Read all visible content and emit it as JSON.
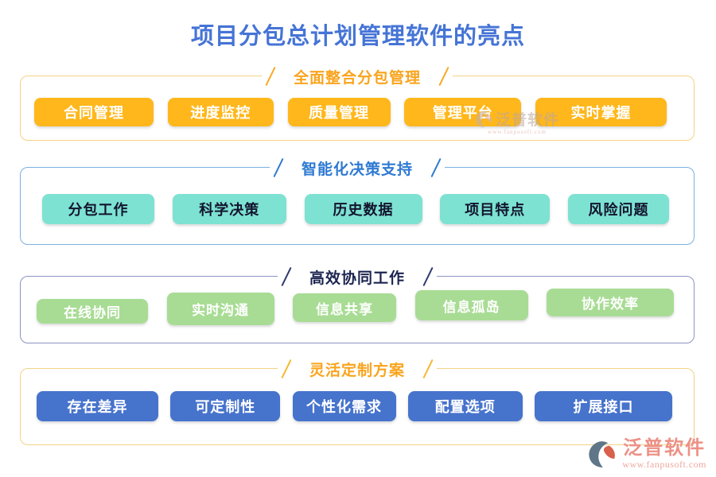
{
  "title": "项目分包总计划管理软件的亮点",
  "sections": [
    {
      "label": "全面整合分包管理",
      "accent_color": "#f9a41d",
      "border_color": "#f3d384",
      "chip_bg": "#ffb71b",
      "chip_text_color": "#ffffff",
      "items": [
        "合同管理",
        "进度监控",
        "质量管理",
        "管理平台",
        "实时掌握"
      ]
    },
    {
      "label": "智能化决策支持",
      "accent_color": "#2e7ad2",
      "border_color": "#7ab0e2",
      "chip_bg": "#7de2d2",
      "chip_text_color": "#13142e",
      "items": [
        "分包工作",
        "科学决策",
        "历史数据",
        "项目特点",
        "风险问题"
      ]
    },
    {
      "label": "高效协同工作",
      "accent_color": "#1c2550",
      "border_color": "#8c94c2",
      "chip_bg": "#a8dc94",
      "chip_text_color": "#ffffff",
      "items": [
        "在线协同",
        "实时沟通",
        "信息共享",
        "信息孤岛",
        "协作效率"
      ]
    },
    {
      "label": "灵活定制方案",
      "accent_color": "#f9a41d",
      "border_color": "#f3d384",
      "chip_bg": "#4673cc",
      "chip_text_color": "#ffffff",
      "items": [
        "存在差异",
        "可定制性",
        "个性化需求",
        "配置选项",
        "扩展接口"
      ]
    }
  ],
  "watermark": {
    "text": "泛普软件",
    "url": "www.fanpusoft.com"
  },
  "footer": {
    "brand": "泛普软件",
    "url": "www.fanpusoft.com",
    "brand_color": "#ec9186",
    "logo_gray": "#5f7588",
    "logo_red": "#d9604a"
  },
  "title_color": "#4574d6"
}
